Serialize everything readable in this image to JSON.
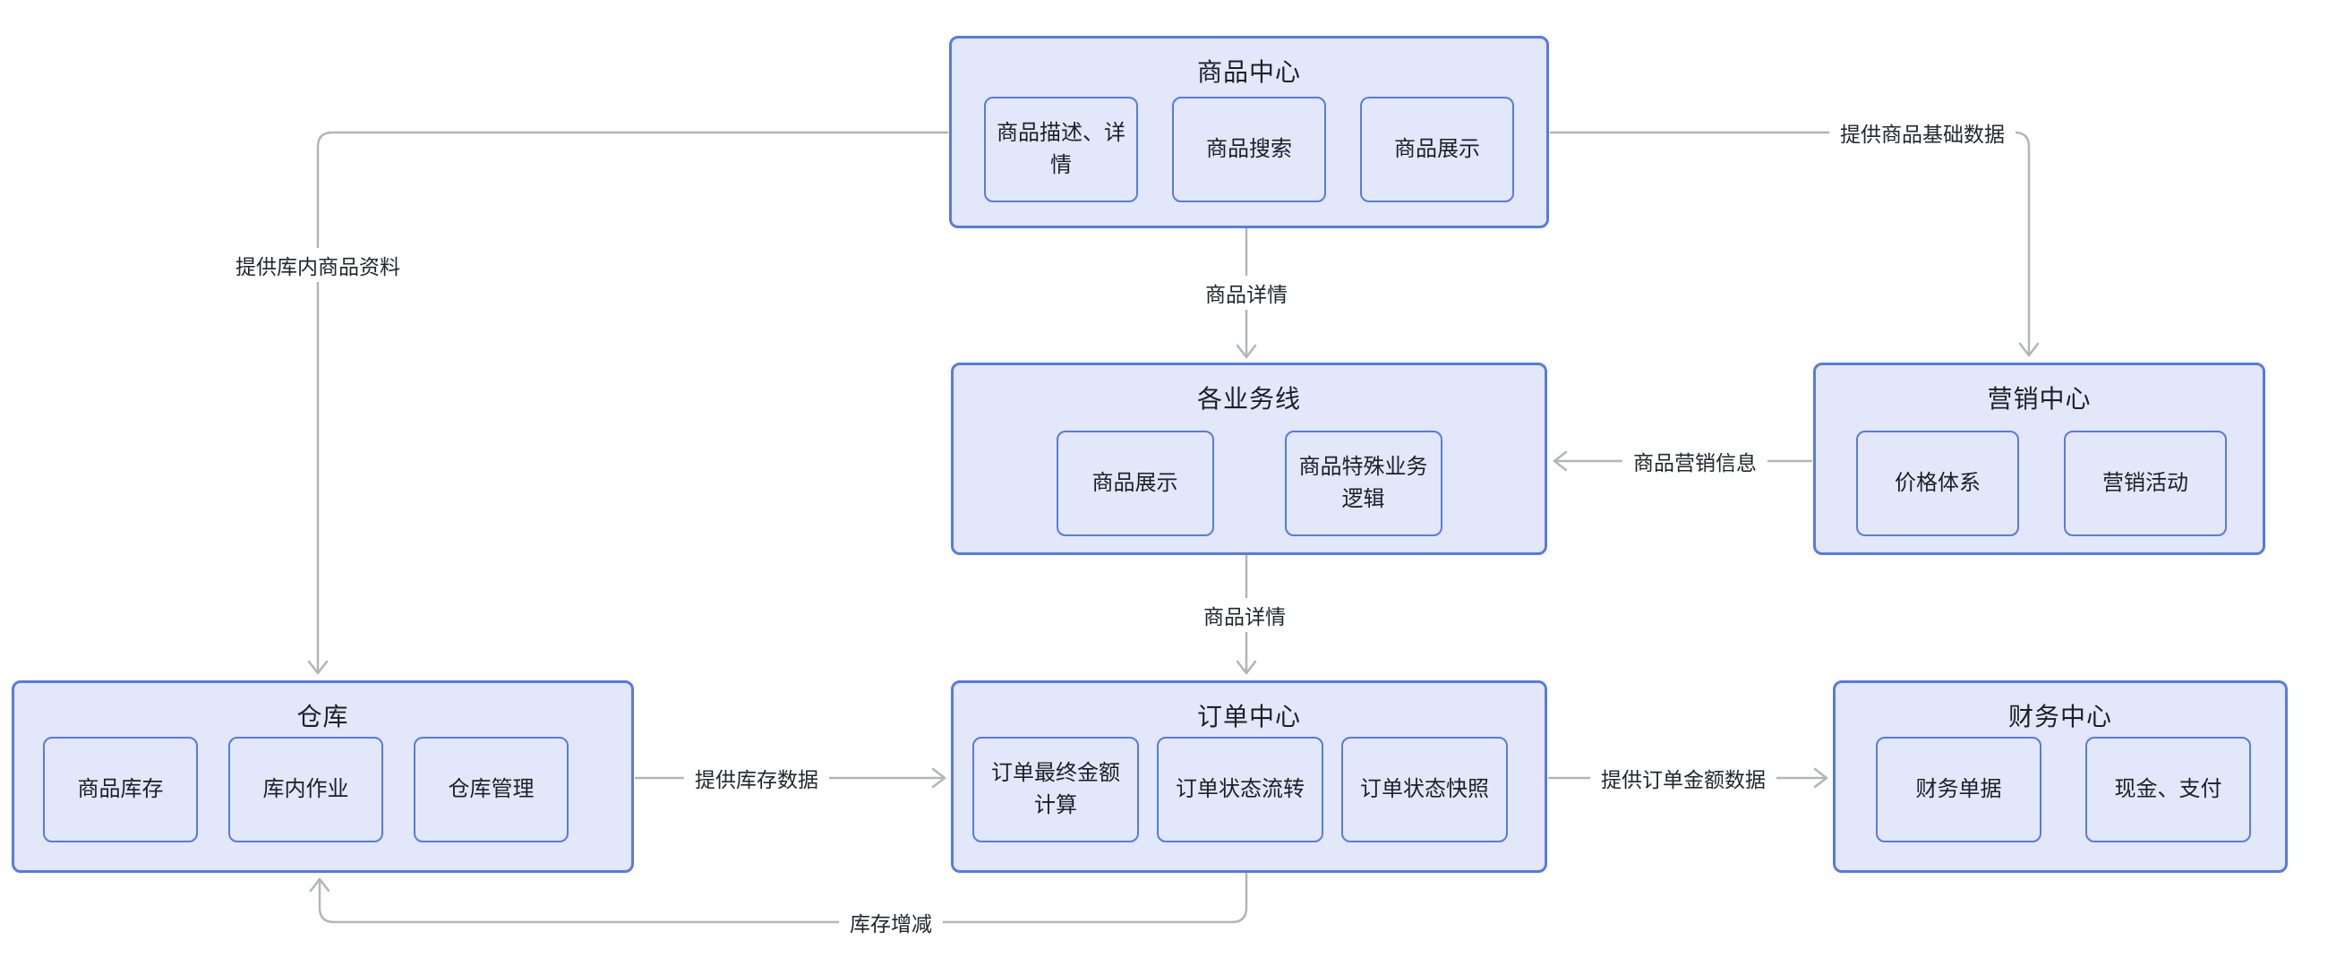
{
  "colors": {
    "group_fill": "#e2e8fa",
    "group_border": "#587ae3",
    "connector": "#b2b5ba",
    "text": "#1b2026"
  },
  "groups": {
    "product_center": {
      "title": "商品中心",
      "children": [
        "商品描述、详情",
        "商品搜索",
        "商品展示"
      ]
    },
    "business_lines": {
      "title": "各业务线",
      "children": [
        "商品展示",
        "商品特殊业务逻辑"
      ]
    },
    "marketing_center": {
      "title": "营销中心",
      "children": [
        "价格体系",
        "营销活动"
      ]
    },
    "warehouse": {
      "title": "仓库",
      "children": [
        "商品库存",
        "库内作业",
        "仓库管理"
      ]
    },
    "order_center": {
      "title": "订单中心",
      "children": [
        "订单最终金额计算",
        "订单状态流转",
        "订单状态快照"
      ]
    },
    "finance_center": {
      "title": "财务中心",
      "children": [
        "财务单据",
        "现金、支付"
      ]
    }
  },
  "edges": {
    "product_to_business": {
      "label": "商品详情"
    },
    "business_to_order": {
      "label": "商品详情"
    },
    "product_to_marketing": {
      "label": "提供商品基础数据"
    },
    "product_to_warehouse": {
      "label": "提供库内商品资料"
    },
    "marketing_to_business": {
      "label": "商品营销信息"
    },
    "warehouse_to_order": {
      "label": "提供库存数据"
    },
    "order_to_finance": {
      "label": "提供订单金额数据"
    },
    "order_to_warehouse": {
      "label": "库存增减"
    }
  }
}
